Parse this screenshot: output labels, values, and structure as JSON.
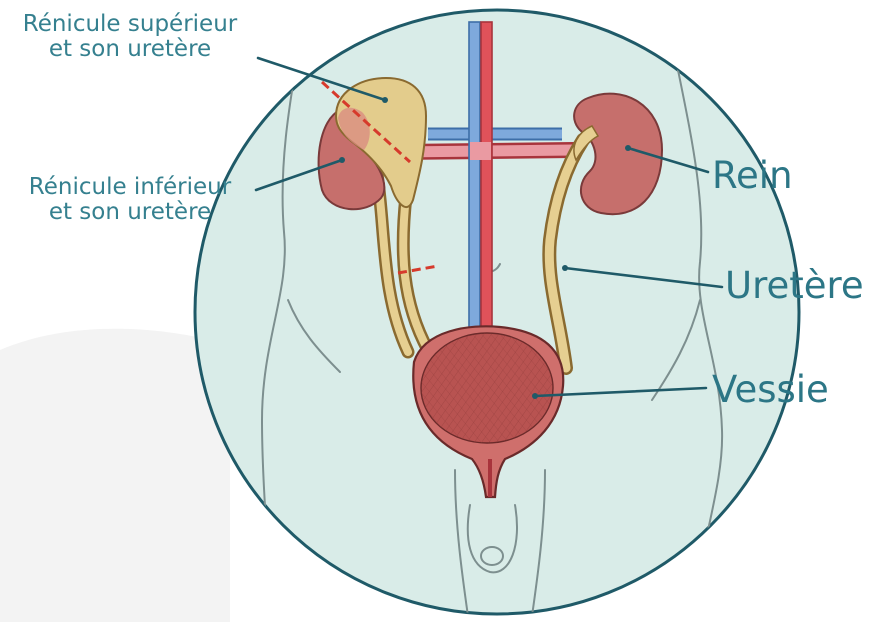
{
  "labels": {
    "upper_moiety": {
      "line1": "Rénicule supérieur",
      "line2": "et son uretère"
    },
    "lower_moiety": {
      "line1": "Rénicule inférieur",
      "line2": "et son uretère"
    },
    "kidney": "Rein",
    "ureter": "Uretère",
    "bladder": "Vessie"
  },
  "colors": {
    "circle_fill": "#d9ece8",
    "circle_stroke": "#1f5a68",
    "label_text": "#2c7686",
    "organ_red": "#c66f6c",
    "ureter_tan": "#e6cf91",
    "vein_blue": "#6f9fd6",
    "artery_red": "#e0525a",
    "cut_line": "#d63a2c"
  }
}
